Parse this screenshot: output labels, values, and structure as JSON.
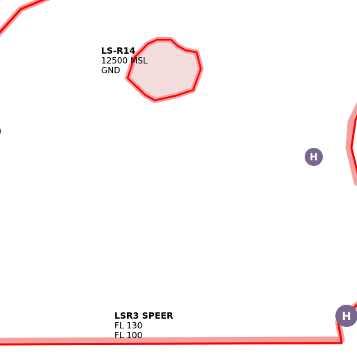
{
  "map": {
    "colors": {
      "airspace_border": "#ff0000",
      "airspace_halo": "#f4a0a0",
      "restricted_fill": "#f2dcdc",
      "heliport_fill": "#7a6790",
      "heliport_text": "#ffffff",
      "background": "#ffffff"
    },
    "airspaces": [
      {
        "name": "LS-R14",
        "upper_limit": "12500 MSL",
        "lower_limit": "GND",
        "type": "restricted"
      },
      {
        "name": "LSR3 SPEER",
        "upper_limit": "FL 130",
        "lower_limit": "FL 100",
        "type": "restricted"
      }
    ],
    "heliports": [
      {
        "symbol": "H",
        "icon": "heliport-icon"
      },
      {
        "symbol": "H",
        "icon": "heliport-icon"
      }
    ],
    "partial_label_glyph": ")"
  }
}
